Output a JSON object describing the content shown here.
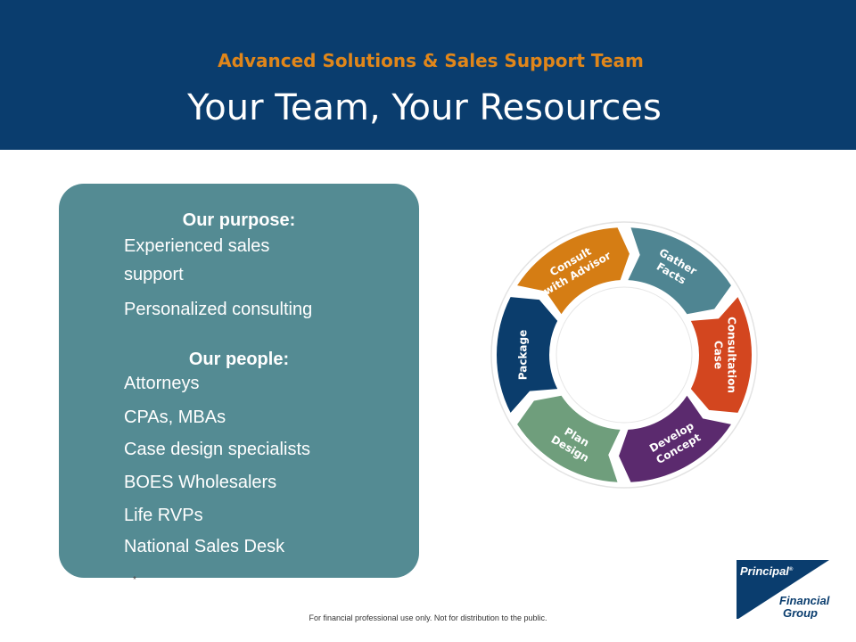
{
  "header": {
    "subtitle": "Advanced Solutions & Sales Support Team",
    "title": "Your Team, Your Resources"
  },
  "panel": {
    "purpose_heading": "Our purpose:",
    "purpose_items": [
      "Experienced sales",
      "support",
      "Personalized consulting"
    ],
    "people_heading": "Our people:",
    "people_items": [
      "Attorneys",
      "CPAs, MBAs",
      "Case design specialists",
      "BOES Wholesalers",
      "Life RVPs",
      "National Sales Desk"
    ]
  },
  "cycle": {
    "segments": [
      {
        "line1": "Consult",
        "line2": "with Advisor",
        "color": "#d57d14"
      },
      {
        "line1": "Gather",
        "line2": "Facts",
        "color": "#4f8592"
      },
      {
        "line1": "Consultation",
        "line2": "Case",
        "color": "#d3461f"
      },
      {
        "line1": "Develop",
        "line2": "Concept",
        "color": "#5b2a6e"
      },
      {
        "line1": "Plan",
        "line2": "Design",
        "color": "#6f9e7c"
      },
      {
        "line1": "Package",
        "line2": "",
        "color": "#0b3d6c"
      }
    ]
  },
  "footer": {
    "asterisk": "*",
    "disclaimer": "For financial professional use only. Not for distribution to the public."
  },
  "logo": {
    "line1": "Principal",
    "mark": "®",
    "line2": "Financial",
    "line3": "Group",
    "color": "#0a3d6e"
  }
}
